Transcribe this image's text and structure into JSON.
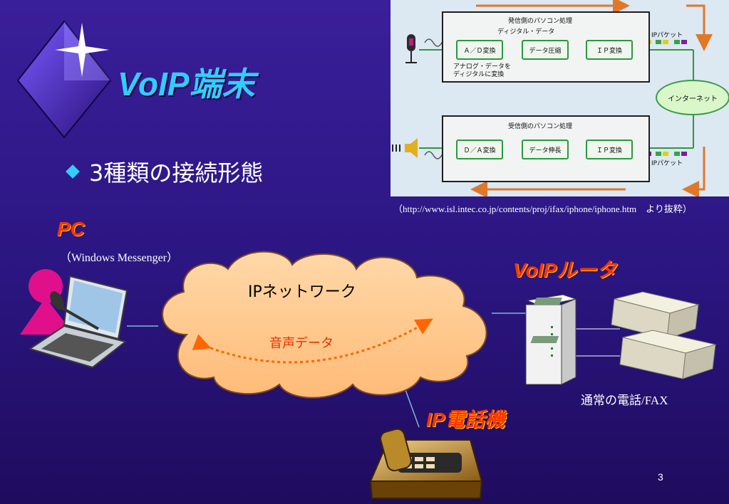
{
  "slide": {
    "title": "VoIP端末",
    "bullet": "3種類の接続形態",
    "source_note": "（http://www.isl.intec.co.jp/contents/proj/ifax/iphone/iphone.htm　より抜粋）",
    "page_number": "3"
  },
  "labels": {
    "pc": "PC",
    "pc_sub": "（Windows Messenger）",
    "cloud": "IPネットワーク",
    "voice": "音声データ",
    "router": "VoIPルータ",
    "ip_phone": "IP電話機",
    "normal_phone": "通常の電話/FAX"
  },
  "inset": {
    "send_title": "発信側のパソコン処理",
    "digital_data": "ディジタル・データ",
    "ad": "Ａ／Ｄ変換",
    "compress": "データ圧縮",
    "ip1": "ＩＰ変換",
    "ip_packet_top": "IPパケット",
    "analog_note_1": "アナログ・データを",
    "analog_note_2": "ディジタルに変換",
    "internet": "インターネット",
    "recv_title": "受信側のパソコン処理",
    "da": "Ｄ／Ａ変換",
    "expand": "データ伸長",
    "ip2": "ＩＰ変換",
    "ip_packet_bottom": "IPパケット"
  },
  "colors": {
    "title": "#33ccff",
    "device_label": "#ff3300",
    "cloud_fill": "#ffc98f",
    "voice_arrow": "#ff6600"
  }
}
